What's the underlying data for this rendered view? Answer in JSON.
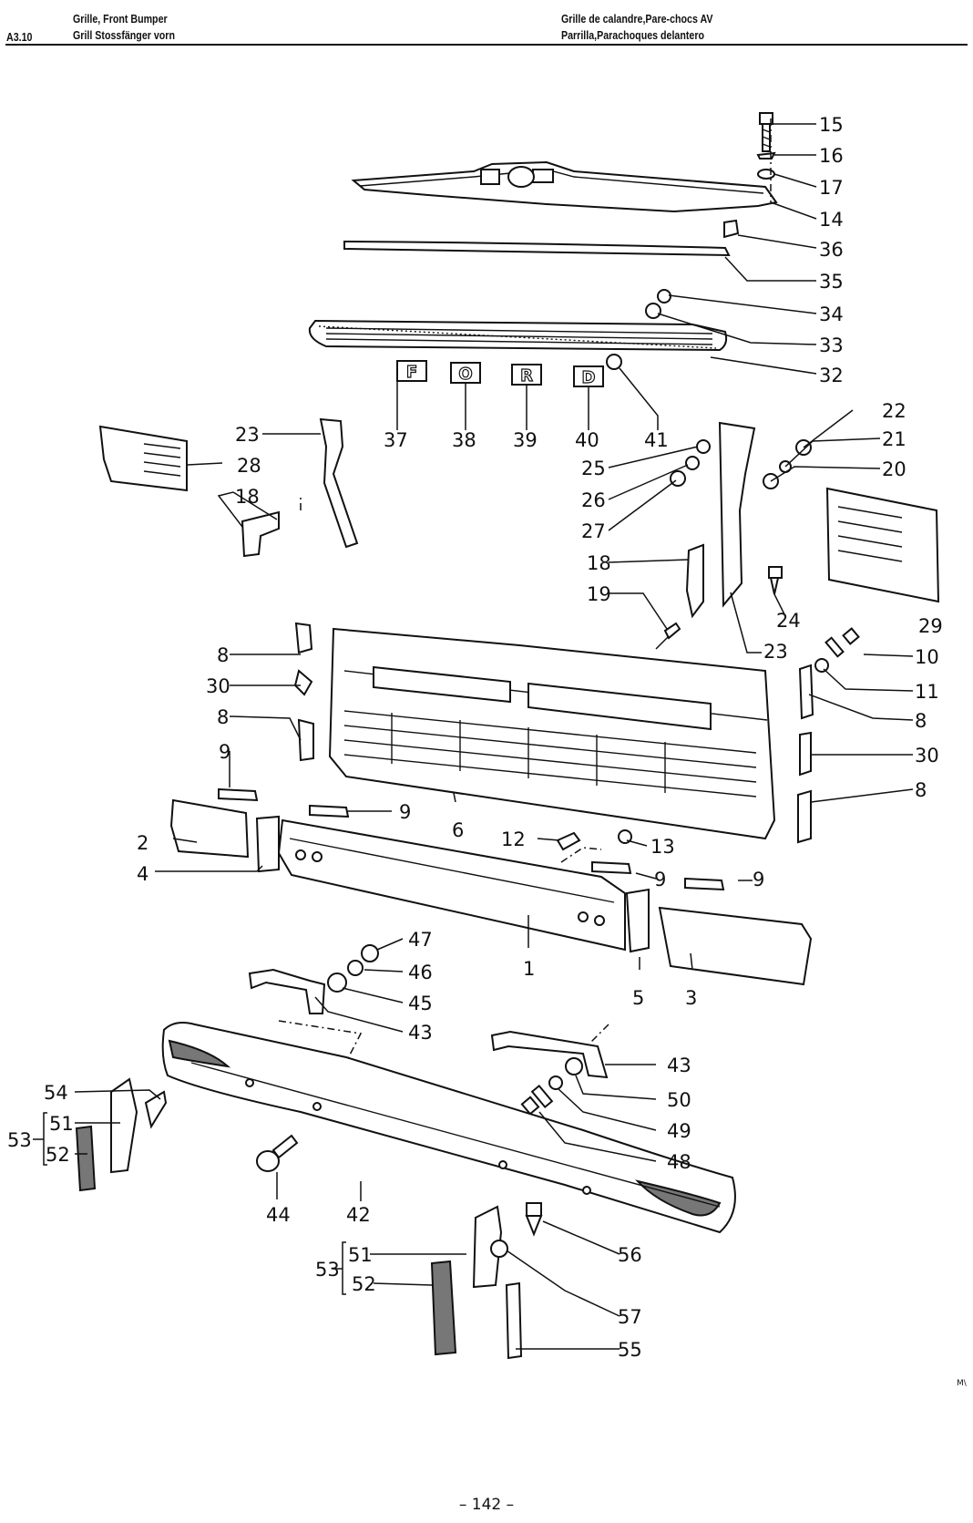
{
  "header": {
    "section": "A3.10",
    "title_en": "Grille, Front Bumper",
    "title_de": "Grill Stossfänger vorn",
    "title_fr": "Grille de calandre,Pare-chocs AV",
    "title_es": "Parrilla,Parachoques delantero"
  },
  "emblem_letters": [
    "F",
    "O",
    "R",
    "D"
  ],
  "callouts": {
    "c1": "1",
    "c2": "2",
    "c3": "3",
    "c4": "4",
    "c5": "5",
    "c6": "6",
    "c8a": "8",
    "c8b": "8",
    "c8c": "8",
    "c8d": "8",
    "c9a": "9",
    "c9b": "9",
    "c9c": "9",
    "c9d": "9",
    "c10": "10",
    "c11": "11",
    "c12": "12",
    "c13": "13",
    "c14": "14",
    "c15": "15",
    "c16": "16",
    "c17": "17",
    "c18a": "18",
    "c18b": "18",
    "c19": "19",
    "c20": "20",
    "c21": "21",
    "c22": "22",
    "c23a": "23",
    "c23b": "23",
    "c24": "24",
    "c25": "25",
    "c26": "26",
    "c27": "27",
    "c28": "28",
    "c29": "29",
    "c30a": "30",
    "c30b": "30",
    "c32": "32",
    "c33": "33",
    "c34": "34",
    "c35": "35",
    "c36": "36",
    "c37": "37",
    "c38": "38",
    "c39": "39",
    "c40": "40",
    "c41": "41",
    "c42": "42",
    "c43a": "43",
    "c43b": "43",
    "c44": "44",
    "c45": "45",
    "c46": "46",
    "c47": "47",
    "c48": "48",
    "c49": "49",
    "c50": "50",
    "c51a": "51",
    "c51b": "51",
    "c52a": "52",
    "c52b": "52",
    "c53a": "53",
    "c53b": "53",
    "c54": "54",
    "c55": "55",
    "c56": "56",
    "c57": "57"
  },
  "page_number": "– 142 –",
  "corner_mark": "M\\"
}
